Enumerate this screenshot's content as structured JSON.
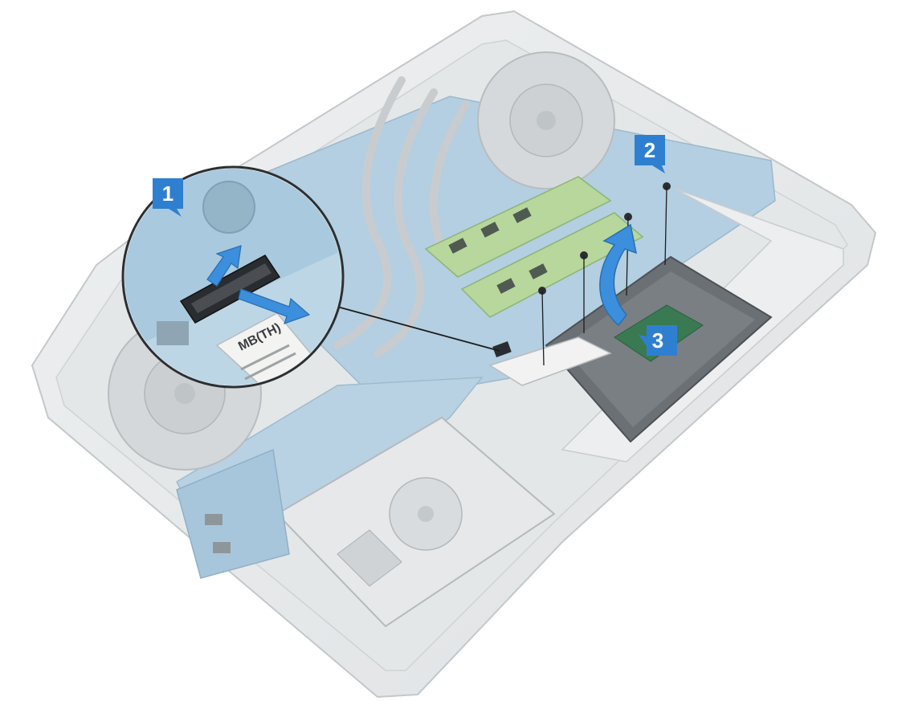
{
  "diagram": {
    "callouts": [
      {
        "id": "1",
        "label": "1"
      },
      {
        "id": "2",
        "label": "2"
      },
      {
        "id": "3",
        "label": "3"
      }
    ],
    "cable_label": "MB(TH)",
    "colors": {
      "callout": "#2f7fd0",
      "arrow": "#3b8fdc",
      "chassis": "#e8eaeb",
      "chassis_edge": "#c9cdcf",
      "board": "#a9c9de",
      "touchpad": "#6b7075",
      "leader": "#1d1d1d"
    }
  }
}
